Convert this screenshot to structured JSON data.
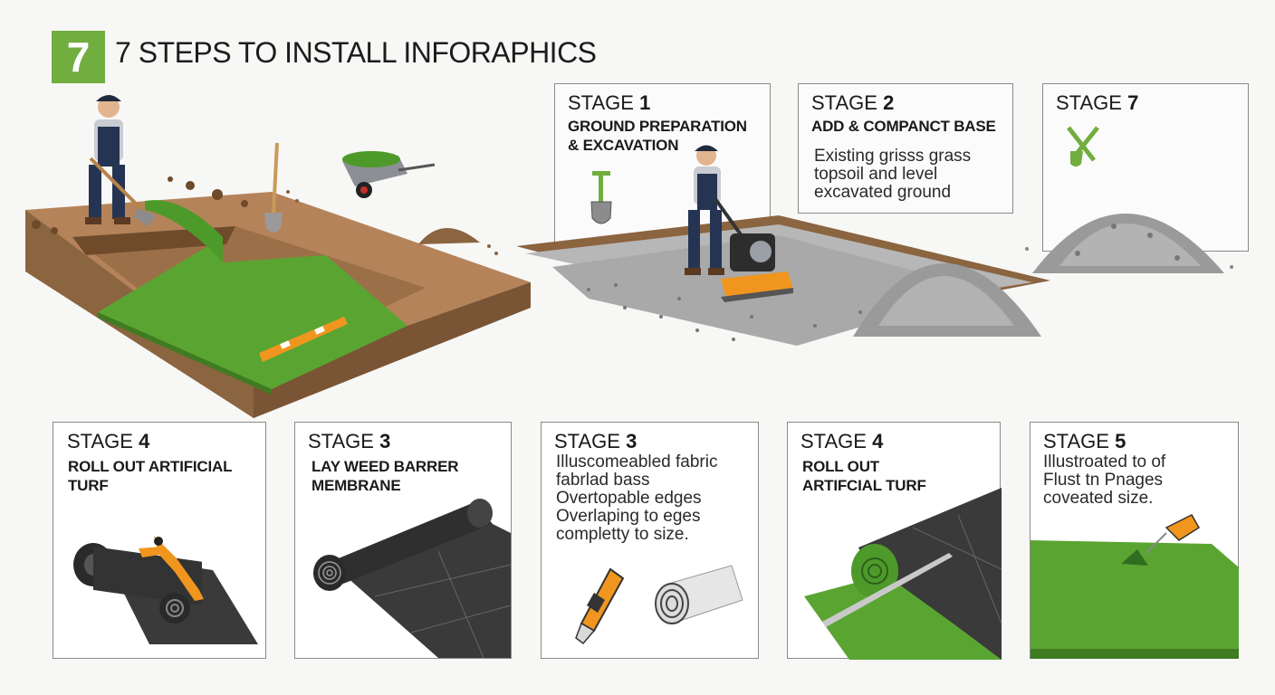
{
  "header": {
    "badge": "7",
    "title": "7 STEPS TO INSTALL INFORAPHICS"
  },
  "top_stages": [
    {
      "word": "STAGE",
      "num": "1",
      "title_lines": [
        "GROUND PREPARATION",
        "& EXCAVATION"
      ],
      "desc_lines": []
    },
    {
      "word": "STAGE",
      "num": "2",
      "title_lines": [
        "ADD & COMPANCT BASE"
      ],
      "desc_lines": [
        "Existing grisss grass",
        "topsoil and level",
        "excavated ground"
      ]
    },
    {
      "word": "STAGE",
      "num": "7",
      "title_lines": [],
      "desc_lines": []
    }
  ],
  "bottom_stages": [
    {
      "word": "STAGE",
      "num": "4",
      "title_lines": [
        "ROLL OUT ARTIFICIAL TURF"
      ],
      "desc_lines": []
    },
    {
      "word": "STAGE",
      "num": "3",
      "title_lines": [
        "LAY WEED BARRER",
        "MEMBRANE"
      ],
      "desc_lines": []
    },
    {
      "word": "STAGE",
      "num": "3",
      "title_lines": [],
      "desc_lines": [
        "Illuscomeabled fabric",
        "fabrlad bass",
        "Overtopable edges",
        "Overlaping to eges",
        "completty to size."
      ]
    },
    {
      "word": "STAGE",
      "num": "4",
      "title_lines": [
        "ROLL OUT",
        "ARTIFCIAL TURF"
      ],
      "desc_lines": []
    },
    {
      "word": "STAGE",
      "num": "5",
      "title_lines": [],
      "desc_lines": [
        "Illustroated to of",
        "Flust tn Pnages",
        "coveated size."
      ]
    }
  ],
  "icons": {
    "top": [
      "shovel-icon",
      "",
      "crossed-tools-icon"
    ],
    "bottom": [
      "roller-tool-icon",
      "membrane-roll-icon",
      "utility-knife-icon",
      "turf-roll-icon",
      "turf-cutter-icon"
    ]
  },
  "colors": {
    "accent_green": "#71ad3f",
    "turf_green": "#5aa532",
    "soil_brown": "#8b6440",
    "gravel_gray": "#a9a9a9",
    "membrane_dark": "#3a3a3a",
    "tool_orange": "#f0961e"
  }
}
